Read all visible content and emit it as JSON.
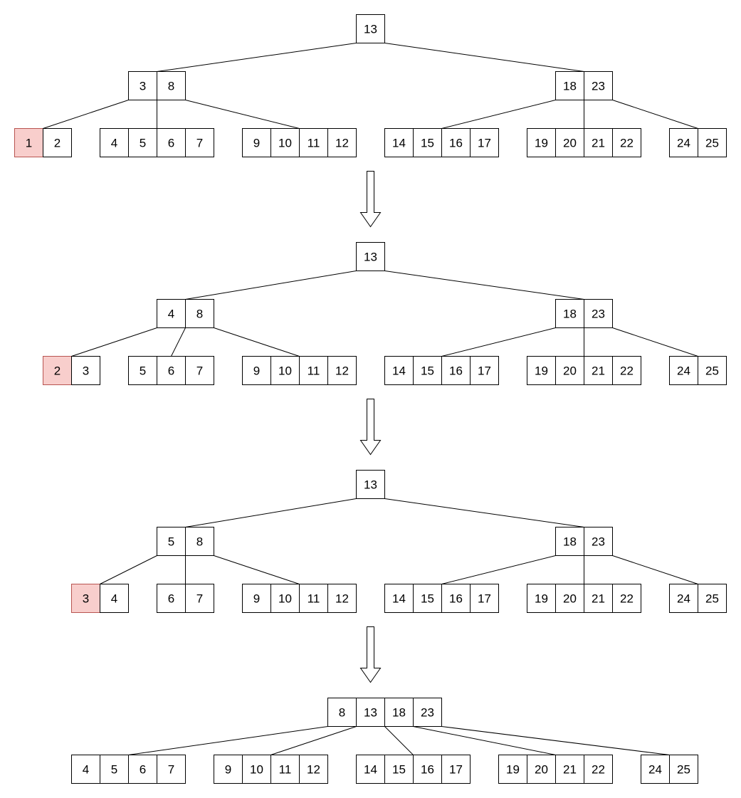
{
  "colors": {
    "highlight_fill": "#f8cecc",
    "highlight_stroke": "#b85450",
    "stroke": "#000000",
    "background": "#ffffff"
  },
  "stages": [
    {
      "root": [
        "13"
      ],
      "internal": [
        [
          "3",
          "8"
        ],
        [
          "18",
          "23"
        ]
      ],
      "leaves": [
        [
          "1",
          "2"
        ],
        [
          "4",
          "5",
          "6",
          "7"
        ],
        [
          "9",
          "10",
          "11",
          "12"
        ],
        [
          "14",
          "15",
          "16",
          "17"
        ],
        [
          "19",
          "20",
          "21",
          "22"
        ],
        [
          "24",
          "25"
        ]
      ],
      "highlight": "1"
    },
    {
      "root": [
        "13"
      ],
      "internal": [
        [
          "4",
          "8"
        ],
        [
          "18",
          "23"
        ]
      ],
      "leaves": [
        [
          "2",
          "3"
        ],
        [
          "5",
          "6",
          "7"
        ],
        [
          "9",
          "10",
          "11",
          "12"
        ],
        [
          "14",
          "15",
          "16",
          "17"
        ],
        [
          "19",
          "20",
          "21",
          "22"
        ],
        [
          "24",
          "25"
        ]
      ],
      "highlight": "2"
    },
    {
      "root": [
        "13"
      ],
      "internal": [
        [
          "5",
          "8"
        ],
        [
          "18",
          "23"
        ]
      ],
      "leaves": [
        [
          "3",
          "4"
        ],
        [
          "6",
          "7"
        ],
        [
          "9",
          "10",
          "11",
          "12"
        ],
        [
          "14",
          "15",
          "16",
          "17"
        ],
        [
          "19",
          "20",
          "21",
          "22"
        ],
        [
          "24",
          "25"
        ]
      ],
      "highlight": "3"
    },
    {
      "root": [
        "8",
        "13",
        "18",
        "23"
      ],
      "leaves": [
        [
          "4",
          "5",
          "6",
          "7"
        ],
        [
          "9",
          "10",
          "11",
          "12"
        ],
        [
          "14",
          "15",
          "16",
          "17"
        ],
        [
          "19",
          "20",
          "21",
          "22"
        ],
        [
          "24",
          "25"
        ]
      ]
    }
  ]
}
